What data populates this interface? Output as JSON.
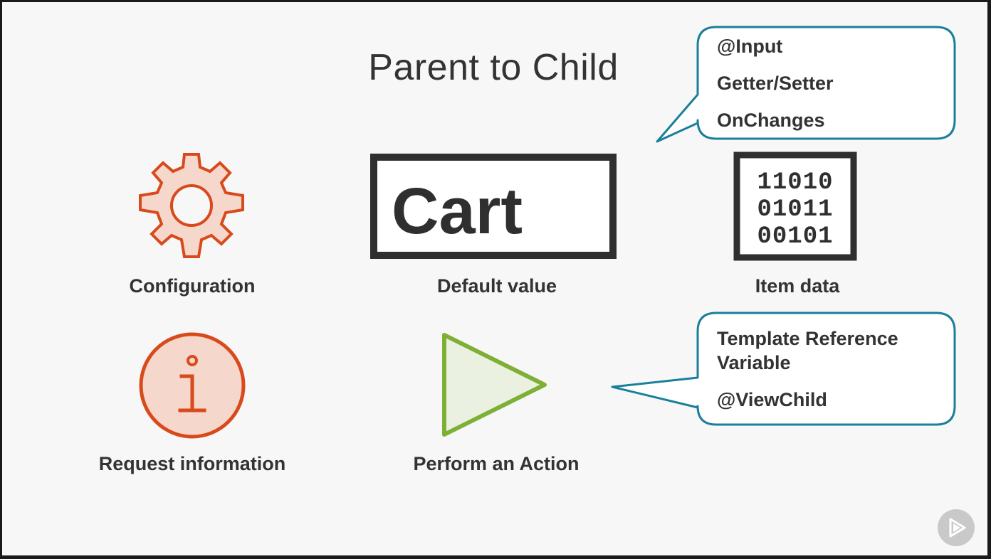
{
  "title": "Parent to Child",
  "items": [
    {
      "label": "Configuration",
      "icon": "gear-icon"
    },
    {
      "label": "Default value",
      "icon": "cart-box-icon",
      "icon_text": "Cart"
    },
    {
      "label": "Item data",
      "icon": "binary-data-icon",
      "binary_rows": [
        "11010",
        "01011",
        "00101"
      ]
    },
    {
      "label": "Request information",
      "icon": "info-icon"
    },
    {
      "label": "Perform an Action",
      "icon": "play-triangle-icon"
    }
  ],
  "callouts": {
    "top": [
      "@Input",
      "Getter/Setter",
      "OnChanges"
    ],
    "bottom": [
      "Template Reference Variable",
      "@ViewChild"
    ]
  },
  "colors": {
    "accent_orange": "#d84a1b",
    "accent_green": "#7fb036",
    "callout_border": "#1a7f9a",
    "text": "#333333"
  },
  "player": {
    "icon": "play-button-icon"
  }
}
